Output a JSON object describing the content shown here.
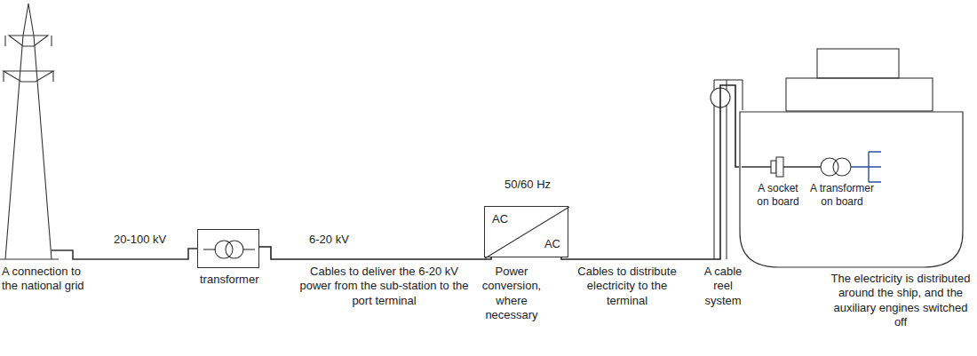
{
  "diagram": {
    "nodes": [
      {
        "text": [
          "transformer"
        ]
      },
      {
        "text": [
          "AC",
          "AC"
        ]
      },
      {
        "text": [
          "A socket on board",
          "A transformer on board"
        ]
      }
    ],
    "edges": [
      {
        "from": 0,
        "to": 1,
        "arrow": "none"
      },
      {
        "from": 1,
        "to": 2,
        "arrow": "none"
      }
    ],
    "labels": [
      "20-100 kV",
      "A connection to the national grid",
      "6-20 kV",
      "Cables to deliver the 6-20 kV power from the sub-station to the port terminal",
      "50/60 Hz",
      "Power conversion, where necessary",
      "Cables to distribute electricity to the terminal",
      "A cable reel system",
      "The electricity is distributed around the ship, and the auxiliary engines switched off"
    ]
  }
}
